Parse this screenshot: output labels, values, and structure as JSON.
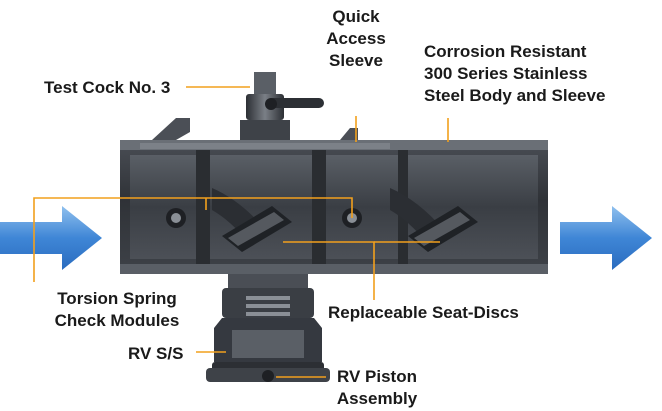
{
  "labels": {
    "quick_access_line1": "Quick",
    "quick_access_line2": "Access",
    "quick_access_line3": "Sleeve",
    "corrosion_line1": "Corrosion Resistant",
    "corrosion_line2": "300 Series Stainless",
    "corrosion_line3": "Steel Body and Sleeve",
    "test_cock": "Test Cock No. 3",
    "torsion_line1": "Torsion Spring",
    "torsion_line2": "Check Modules",
    "seat_discs": "Replaceable Seat-Discs",
    "rv_ss": "RV S/S",
    "rv_piston_line1": "RV Piston",
    "rv_piston_line2": "Assembly"
  },
  "colors": {
    "leader_line": "#f2a01d",
    "flow_arrow": "#4a8fd8",
    "valve_body_dark": "#3a3d42",
    "valve_body_mid": "#6e737a",
    "text": "#1a1a1a"
  },
  "icons": {
    "inlet": "flow-arrow-right-icon",
    "outlet": "flow-arrow-right-icon"
  }
}
